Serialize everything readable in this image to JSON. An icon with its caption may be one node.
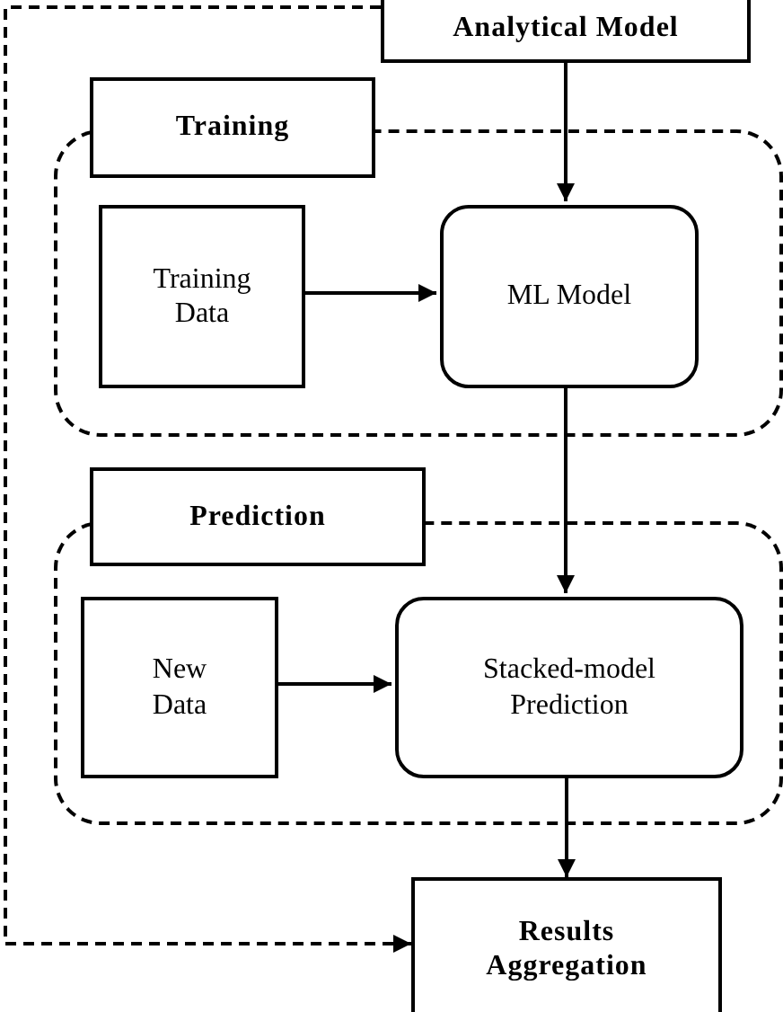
{
  "diagram": {
    "nodes": [
      {
        "text": [
          "Analytical Model"
        ]
      },
      {
        "text": [],
        "shape": "box"
      },
      {
        "text": [
          "Training"
        ]
      },
      {
        "text": [
          "Training Data"
        ],
        "in": 1
      },
      {
        "text": [
          "ML Model"
        ],
        "in": 1
      },
      {
        "text": [],
        "shape": "box"
      },
      {
        "text": [
          "Prediction"
        ]
      },
      {
        "text": [
          "New Data"
        ],
        "in": 5
      },
      {
        "text": [
          "Stacked-model Prediction"
        ],
        "in": 5
      },
      {
        "text": [
          "Results Aggregation"
        ]
      }
    ],
    "edges": [
      {
        "from": 0,
        "to": 4,
        "arrow": "to"
      },
      {
        "from": 3,
        "to": 4,
        "arrow": "to"
      },
      {
        "from": 4,
        "to": 8,
        "arrow": "to"
      },
      {
        "from": 7,
        "to": 8,
        "arrow": "to"
      },
      {
        "from": 8,
        "to": 9,
        "arrow": "to"
      },
      {
        "from": 0,
        "to": 9,
        "arrow": "to",
        "style": "dashed"
      }
    ]
  }
}
